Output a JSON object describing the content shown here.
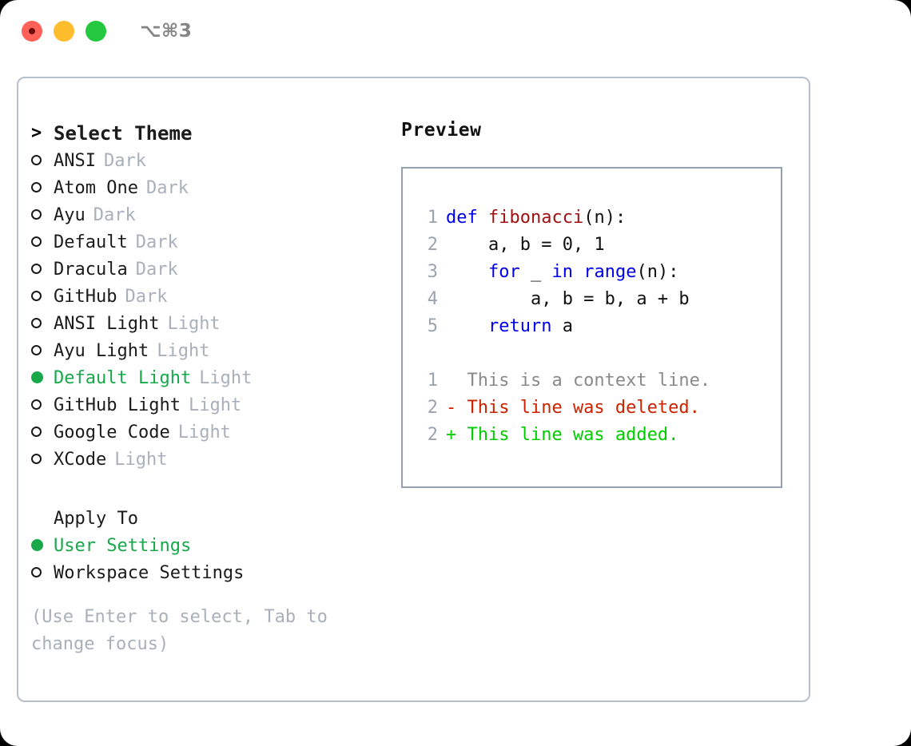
{
  "window": {
    "shortcut": "⌥⌘3",
    "controls": [
      {
        "name": "close",
        "color": "#ff6058"
      },
      {
        "name": "minimize",
        "color": "#ffbd2e"
      },
      {
        "name": "maximize",
        "color": "#24c83f"
      }
    ]
  },
  "colors": {
    "accent_green": "#17a84a",
    "muted": "#a9b0ba",
    "panel_border": "#b6bfcb",
    "preview_border": "#94a1b1",
    "keyword_blue": "#0000ee",
    "function_red": "#a01010",
    "diff_delete": "#cc2200",
    "diff_add": "#00cc00",
    "line_number": "#9aa3ae"
  },
  "theme_list": {
    "header": "Select Theme",
    "header_marker": ">",
    "items": [
      {
        "label": "ANSI",
        "category": "Dark",
        "selected": false
      },
      {
        "label": "Atom One",
        "category": "Dark",
        "selected": false
      },
      {
        "label": "Ayu",
        "category": "Dark",
        "selected": false
      },
      {
        "label": "Default",
        "category": "Dark",
        "selected": false
      },
      {
        "label": "Dracula",
        "category": "Dark",
        "selected": false
      },
      {
        "label": "GitHub",
        "category": "Dark",
        "selected": false
      },
      {
        "label": "ANSI Light",
        "category": "Light",
        "selected": false
      },
      {
        "label": "Ayu Light",
        "category": "Light",
        "selected": false
      },
      {
        "label": "Default Light",
        "category": "Light",
        "selected": true
      },
      {
        "label": "GitHub Light",
        "category": "Light",
        "selected": false
      },
      {
        "label": "Google Code",
        "category": "Light",
        "selected": false
      },
      {
        "label": "XCode",
        "category": "Light",
        "selected": false
      }
    ]
  },
  "apply_to": {
    "header": "Apply To",
    "items": [
      {
        "label": "User Settings",
        "selected": true
      },
      {
        "label": "Workspace Settings",
        "selected": false
      }
    ]
  },
  "hint": "(Use Enter to select, Tab to change focus)",
  "preview": {
    "title": "Preview",
    "code_lines": [
      {
        "lineno": "1",
        "tokens": [
          {
            "text": "def ",
            "style": "kw"
          },
          {
            "text": "fibonacci",
            "style": "fn"
          },
          {
            "text": "(n):",
            "style": "plain"
          }
        ]
      },
      {
        "lineno": "2",
        "tokens": [
          {
            "text": "    a, b = 0, 1",
            "style": "plain"
          }
        ]
      },
      {
        "lineno": "3",
        "tokens": [
          {
            "text": "    ",
            "style": "plain"
          },
          {
            "text": "for",
            "style": "kw"
          },
          {
            "text": " _ ",
            "style": "plain"
          },
          {
            "text": "in",
            "style": "kw"
          },
          {
            "text": " ",
            "style": "plain"
          },
          {
            "text": "range",
            "style": "kw"
          },
          {
            "text": "(n):",
            "style": "plain"
          }
        ]
      },
      {
        "lineno": "4",
        "tokens": [
          {
            "text": "        a, b = b, a + b",
            "style": "plain"
          }
        ]
      },
      {
        "lineno": "5",
        "tokens": [
          {
            "text": "    ",
            "style": "plain"
          },
          {
            "text": "return",
            "style": "kw"
          },
          {
            "text": " a",
            "style": "plain"
          }
        ]
      }
    ],
    "diff_lines": [
      {
        "lineno": "1",
        "sign": " ",
        "text": "  This is a context line.",
        "style": "ctx"
      },
      {
        "lineno": "2",
        "sign": "-",
        "text": "- This line was deleted.",
        "style": "del"
      },
      {
        "lineno": "2",
        "sign": "+",
        "text": "+ This line was added.",
        "style": "add"
      }
    ]
  }
}
